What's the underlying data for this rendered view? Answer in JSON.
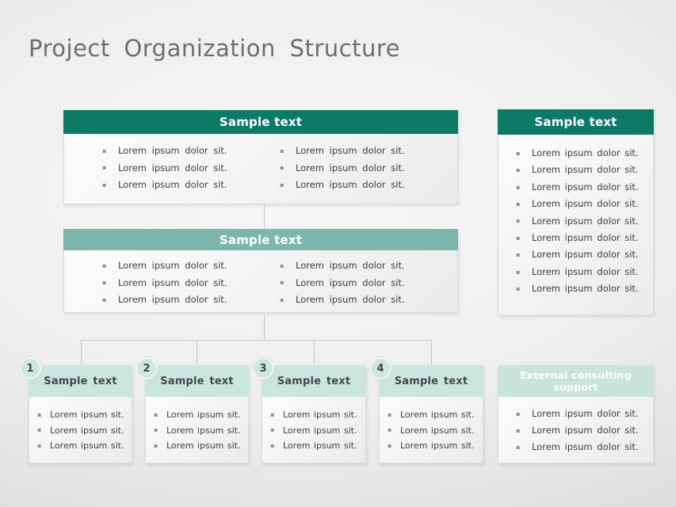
{
  "slide": {
    "title": "Project Organization Structure"
  },
  "colors": {
    "dark_teal": "#0C7A67",
    "medium_teal": "#7DB7AC",
    "light_teal": "#CBE5DF",
    "connector": "#C9C9C9",
    "body_text": "#3D3D3D",
    "title_text": "#6E6E6E"
  },
  "top_box": {
    "header": "Sample text",
    "columns": [
      [
        "Lorem ipsum dolor sit.",
        "Lorem ipsum dolor sit.",
        "Lorem ipsum dolor sit."
      ],
      [
        "Lorem ipsum dolor sit.",
        "Lorem ipsum dolor sit.",
        "Lorem ipsum dolor sit."
      ]
    ]
  },
  "middle_box": {
    "header": "Sample text",
    "columns": [
      [
        "Lorem ipsum dolor sit.",
        "Lorem ipsum dolor sit.",
        "Lorem ipsum dolor sit."
      ],
      [
        "Lorem ipsum dolor sit.",
        "Lorem ipsum dolor sit.",
        "Lorem ipsum dolor sit."
      ]
    ]
  },
  "side_box": {
    "header": "Sample text",
    "items": [
      "Lorem ipsum dolor sit.",
      "Lorem ipsum dolor sit.",
      "Lorem ipsum dolor sit.",
      "Lorem ipsum dolor sit.",
      "Lorem ipsum dolor sit.",
      "Lorem ipsum dolor sit.",
      "Lorem ipsum dolor sit.",
      "Lorem ipsum dolor sit.",
      "Lorem ipsum dolor sit."
    ]
  },
  "bottom_boxes": [
    {
      "number": "1",
      "header": "Sample text",
      "items": [
        "Lorem ipsum sit.",
        "Lorem ipsum sit.",
        "Lorem ipsum sit."
      ]
    },
    {
      "number": "2",
      "header": "Sample text",
      "items": [
        "Lorem ipsum sit.",
        "Lorem ipsum sit.",
        "Lorem ipsum sit."
      ]
    },
    {
      "number": "3",
      "header": "Sample text",
      "items": [
        "Lorem ipsum sit.",
        "Lorem ipsum sit.",
        "Lorem ipsum sit."
      ]
    },
    {
      "number": "4",
      "header": "Sample text",
      "items": [
        "Lorem ipsum sit.",
        "Lorem ipsum sit.",
        "Lorem ipsum sit."
      ]
    }
  ],
  "external_box": {
    "header": "External consulting support",
    "items": [
      "Lorem ipsum dolor sit.",
      "Lorem ipsum dolor sit.",
      "Lorem ipsum dolor sit."
    ]
  }
}
